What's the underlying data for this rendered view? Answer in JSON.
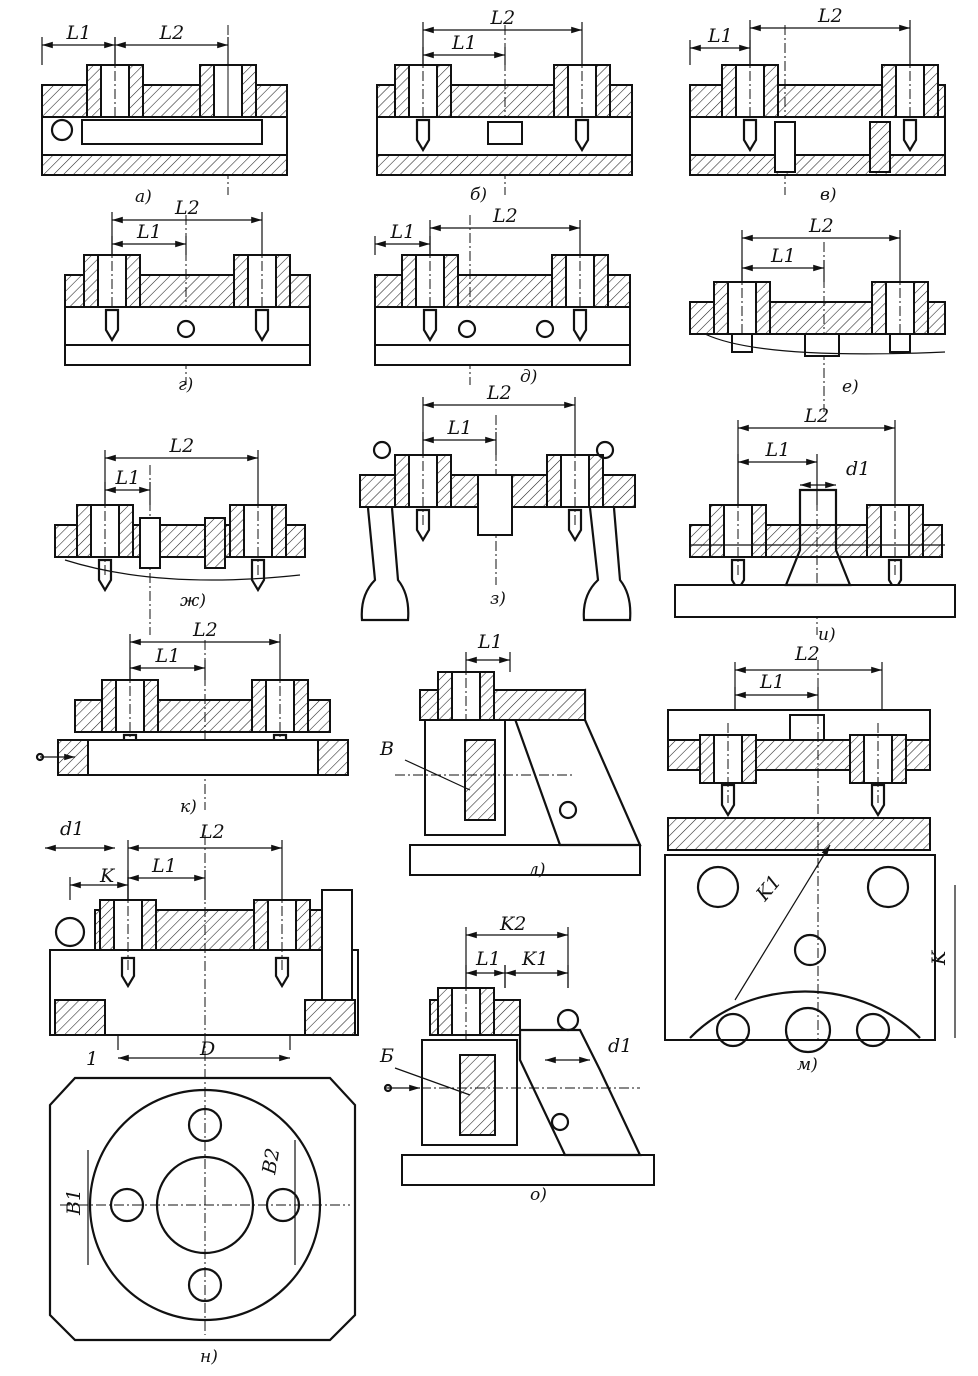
{
  "figures": {
    "a": {
      "caption": "а)",
      "dims": [
        "L1",
        "L2"
      ]
    },
    "b": {
      "caption": "б)",
      "dims": [
        "L1",
        "L2"
      ]
    },
    "v": {
      "caption": "в)",
      "dims": [
        "L1",
        "L2"
      ]
    },
    "g": {
      "caption": "г)",
      "dims": [
        "L1",
        "L2"
      ]
    },
    "d": {
      "caption": "д)",
      "dims": [
        "L1",
        "L2"
      ]
    },
    "e": {
      "caption": "е)",
      "dims": [
        "L1",
        "L2"
      ]
    },
    "zh": {
      "caption": "ж)",
      "dims": [
        "L1",
        "L2"
      ]
    },
    "z": {
      "caption": "з)",
      "dims": [
        "L1",
        "L2"
      ]
    },
    "i": {
      "caption": "и)",
      "dims": [
        "L1",
        "L2",
        "d1"
      ]
    },
    "k": {
      "caption": "к)",
      "dims": [
        "L1",
        "L2"
      ]
    },
    "l": {
      "caption": "л)",
      "dims": [
        "L1",
        "В"
      ]
    },
    "m": {
      "caption": "м)",
      "dims": [
        "L1",
        "L2",
        "K1",
        "K"
      ]
    },
    "n": {
      "caption": "н)",
      "dims": [
        "d1",
        "K",
        "L1",
        "L2",
        "D",
        "B1",
        "B2",
        "1"
      ]
    },
    "o": {
      "caption": "о)",
      "dims": [
        "K2",
        "L1",
        "K1",
        "d1",
        "Б"
      ]
    }
  }
}
